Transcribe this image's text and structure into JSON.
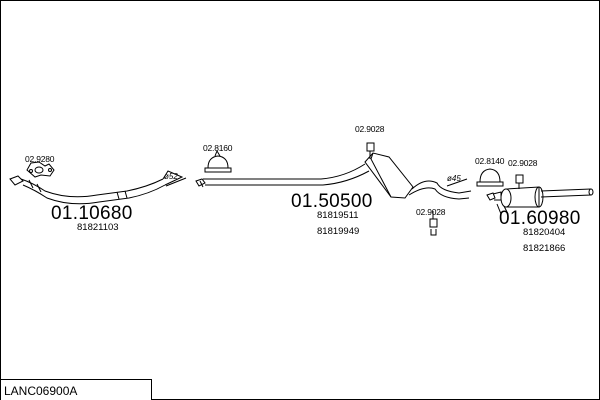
{
  "groups": [
    {
      "part": "01.10680",
      "refs": [
        "81821103"
      ],
      "fittings": [
        "02.9280"
      ],
      "diameter": ""
    },
    {
      "part": "01.50500",
      "refs": [
        "81819511",
        "81819949"
      ],
      "fittings": [
        "02.8160",
        "02.9028",
        "02.9028"
      ],
      "diameter": "ø52"
    },
    {
      "part": "01.60980",
      "refs": [
        "81820404",
        "81821866"
      ],
      "fittings": [
        "02.8140",
        "02.9028"
      ],
      "diameter": "ø45"
    }
  ],
  "title": {
    "label": "LANC06900A"
  }
}
